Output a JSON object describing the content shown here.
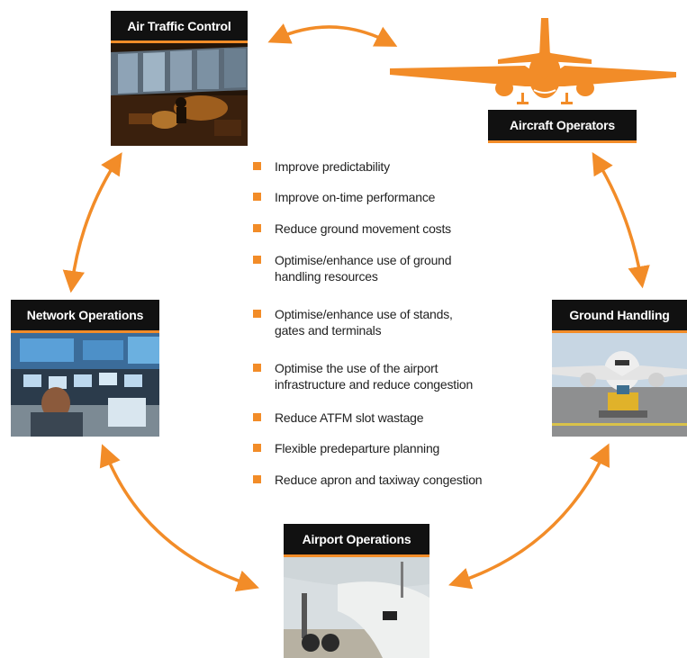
{
  "colors": {
    "accent": "#f28c28",
    "label_bg": "#111111",
    "label_text": "#ffffff",
    "text": "#222222"
  },
  "nodes": {
    "air_traffic_control": {
      "label": "Air Traffic Control"
    },
    "aircraft_operators": {
      "label": "Aircraft Operators"
    },
    "network_operations": {
      "label": "Network Operations"
    },
    "ground_handling": {
      "label": "Ground Handling"
    },
    "airport_operations": {
      "label": "Airport Operations"
    }
  },
  "benefits": [
    "Improve predictability",
    "Improve on-time performance",
    "Reduce ground movement costs",
    "Optimise/enhance use of ground handling resources",
    "Optimise/enhance use of stands, gates and terminals",
    "Optimise the use of the airport infrastructure and reduce congestion",
    "Reduce ATFM slot wastage",
    "Flexible predeparture planning",
    "Reduce apron and taxiway congestion"
  ]
}
